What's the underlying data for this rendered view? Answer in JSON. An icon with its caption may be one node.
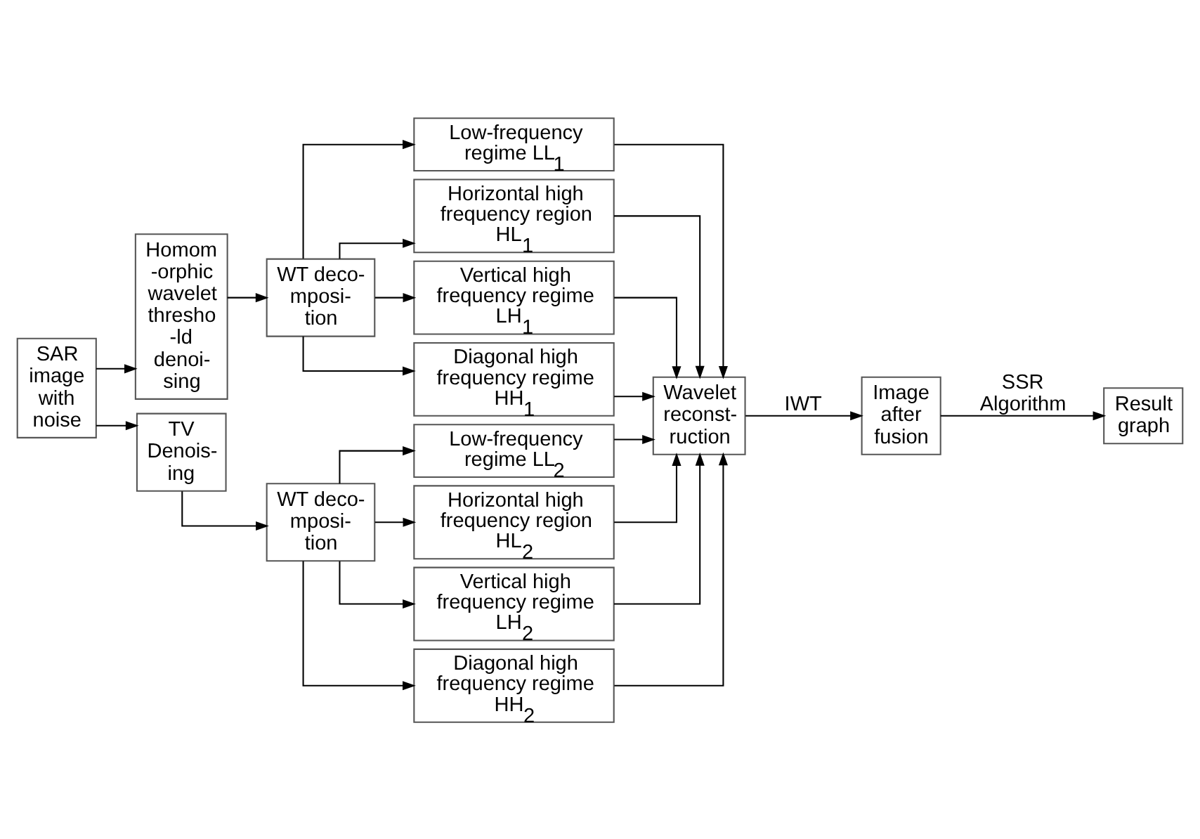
{
  "diagram": {
    "nodes": [
      {
        "text": [
          "SAR image with noise"
        ]
      },
      {
        "text": [
          "Homom -orphic wavelet thresho -ld denoi- sing"
        ]
      },
      {
        "text": [
          "WT deco- mposi- tion"
        ]
      },
      {
        "text": [
          "TV Denois- ing"
        ]
      },
      {
        "text": [
          "WT deco- mposi- tion"
        ]
      },
      {
        "text": [
          "Low-frequency regime LL$_{1}$"
        ]
      },
      {
        "text": [
          "Horizontal high frequency region HL$_{1}$"
        ]
      },
      {
        "text": [
          "Vertical high frequency regime LH$_{1}$"
        ]
      },
      {
        "text": [
          "Diagonal high frequency regime HH$_{1}$"
        ]
      },
      {
        "text": [
          "Low-frequency regime LL$_{2}$"
        ]
      },
      {
        "text": [
          "Horizontal high frequency region HL$_{2}$"
        ]
      },
      {
        "text": [
          "Vertical high frequency regime LH$_{2}$"
        ]
      },
      {
        "text": [
          "Diagonal high frequency regime HH$_{2}$"
        ]
      },
      {
        "text": [
          "Wavelet reconst- ruction"
        ]
      },
      {
        "text": [
          "Image after fusion"
        ]
      },
      {
        "text": [
          "Result graph"
        ]
      }
    ],
    "edges": [
      {
        "from": 0,
        "to": 1,
        "arrow": "to"
      },
      {
        "from": 0,
        "to": 3,
        "arrow": "to"
      },
      {
        "from": 1,
        "to": 2,
        "arrow": "to"
      },
      {
        "from": 3,
        "to": 4,
        "arrow": "to"
      },
      {
        "from": 2,
        "to": 5,
        "arrow": "to"
      },
      {
        "from": 2,
        "to": 6,
        "arrow": "to"
      },
      {
        "from": 2,
        "to": 7,
        "arrow": "to"
      },
      {
        "from": 2,
        "to": 8,
        "arrow": "to"
      },
      {
        "from": 4,
        "to": 9,
        "arrow": "to"
      },
      {
        "from": 4,
        "to": 10,
        "arrow": "to"
      },
      {
        "from": 4,
        "to": 11,
        "arrow": "to"
      },
      {
        "from": 4,
        "to": 12,
        "arrow": "to"
      },
      {
        "from": 5,
        "to": 13,
        "arrow": "to"
      },
      {
        "from": 6,
        "to": 13,
        "arrow": "to"
      },
      {
        "from": 7,
        "to": 13,
        "arrow": "to"
      },
      {
        "from": 8,
        "to": 13,
        "arrow": "to"
      },
      {
        "from": 9,
        "to": 13,
        "arrow": "to"
      },
      {
        "from": 10,
        "to": 13,
        "arrow": "to"
      },
      {
        "from": 11,
        "to": 13,
        "arrow": "to"
      },
      {
        "from": 12,
        "to": 13,
        "arrow": "to"
      },
      {
        "from": 13,
        "to": 14,
        "arrow": "to",
        "label": "IWT"
      },
      {
        "from": 14,
        "to": 15,
        "arrow": "to",
        "label": "SSR Algorithm"
      }
    ]
  }
}
